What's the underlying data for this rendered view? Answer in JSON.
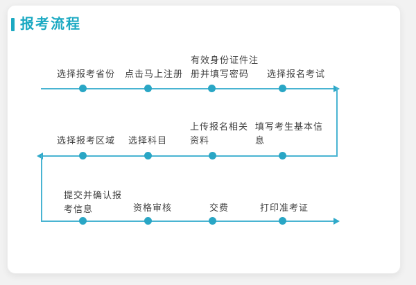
{
  "section": {
    "title": "报考流程"
  },
  "colors": {
    "accent_teal": "#1ba9c2",
    "flow_line": "#49b4d2",
    "flow_dot": "#29a6c5",
    "label_text": "#404040",
    "card_background": "#ffffff",
    "page_background": "#f2f2f2"
  },
  "flow": {
    "rows": [
      {
        "direction": "right",
        "steps": [
          {
            "label": "选择报考省份"
          },
          {
            "label": "点击马上注册"
          },
          {
            "label": "有效身份证件注\n册并填写密码"
          },
          {
            "label": "选择报名考试"
          }
        ]
      },
      {
        "direction": "left",
        "steps": [
          {
            "label": "选择报考区域"
          },
          {
            "label": "选择科目"
          },
          {
            "label": "上传报名相关\n资料"
          },
          {
            "label": "填写考生基本信\n息"
          }
        ]
      },
      {
        "direction": "right",
        "steps": [
          {
            "label": "提交并确认报\n考信息"
          },
          {
            "label": "资格审核"
          },
          {
            "label": "交费"
          },
          {
            "label": "打印准考证"
          }
        ]
      }
    ]
  }
}
